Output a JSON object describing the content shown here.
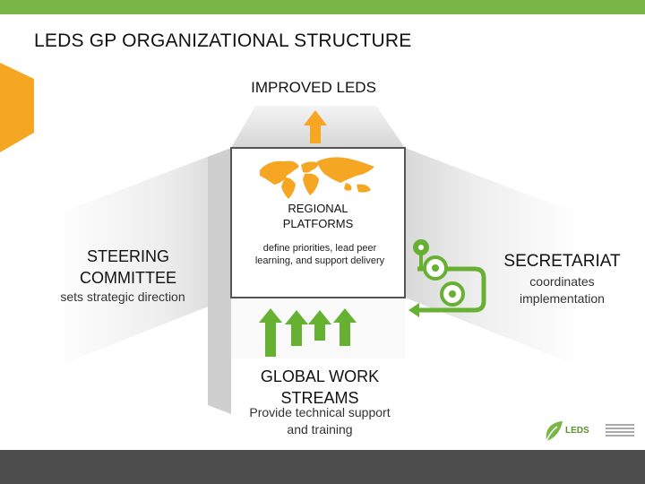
{
  "title": "LEDS GP ORGANIZATIONAL STRUCTURE",
  "improved": "IMPROVED LEDS",
  "regional": {
    "label": "REGIONAL PLATFORMS",
    "desc": "define priorities, lead peer learning, and support delivery"
  },
  "steering": {
    "label": "STEERING COMMITTEE",
    "desc": "sets strategic direction"
  },
  "secretariat": {
    "label": "SECRETARIAT",
    "desc": "coordinates implementation"
  },
  "global": {
    "label": "GLOBAL WORK STREAMS",
    "desc": "Provide technical support and training"
  },
  "logo": {
    "brand": "LEDS",
    "icon": "leds-leaf-logo"
  },
  "colors": {
    "green_bar": "#7ab648",
    "orange": "#f5a623",
    "arrow_green": "#66b032",
    "bottom_bar": "#4d4d4d"
  }
}
